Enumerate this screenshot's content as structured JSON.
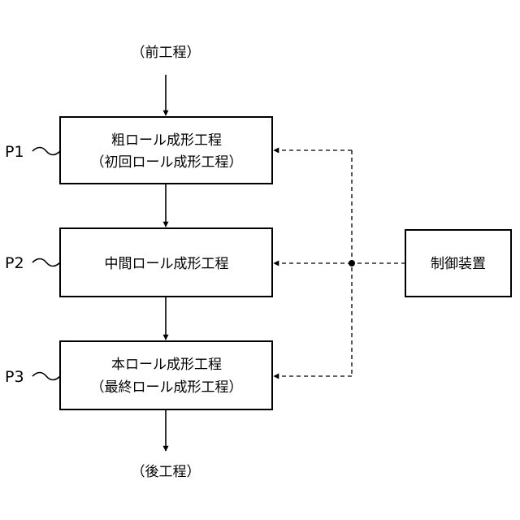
{
  "prev_step": "（前工程）",
  "next_step": "（後工程）",
  "steps": [
    {
      "id": "P1",
      "line1": "粗ロール成形工程",
      "line2": "（初回ロール成形工程）"
    },
    {
      "id": "P2",
      "line1": "中間ロール成形工程",
      "line2": ""
    },
    {
      "id": "P3",
      "line1": "本ロール成形工程",
      "line2": "（最終ロール成形工程）"
    }
  ],
  "controller": "制御装置"
}
